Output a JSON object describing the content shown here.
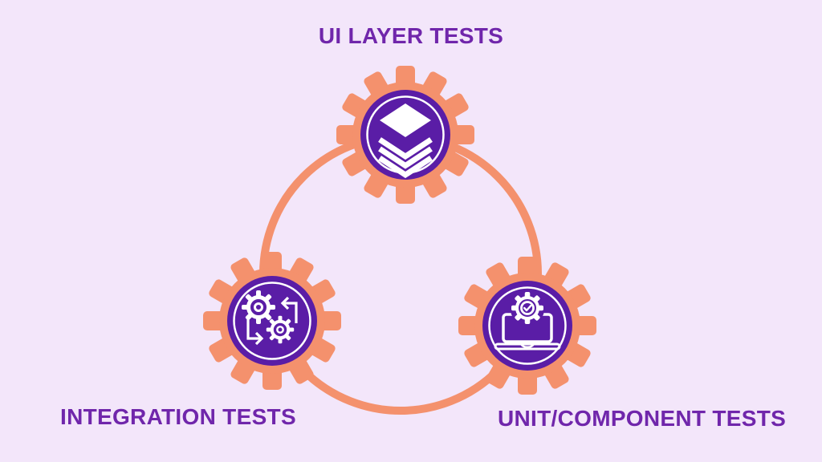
{
  "labels": {
    "top": "UI LAYER TESTS",
    "bottom_left": "INTEGRATION TESTS",
    "bottom_right": "UNIT/COMPONENT TESTS"
  },
  "icons": {
    "top": "layers-icon",
    "bottom_left": "sync-gears-icon",
    "bottom_right": "laptop-gear-check-icon"
  },
  "colors": {
    "bg": "#f3e6fa",
    "gear": "#f4916d",
    "badge": "#5a1da6",
    "icon": "#ffffff",
    "label_text": "#7026ab"
  }
}
